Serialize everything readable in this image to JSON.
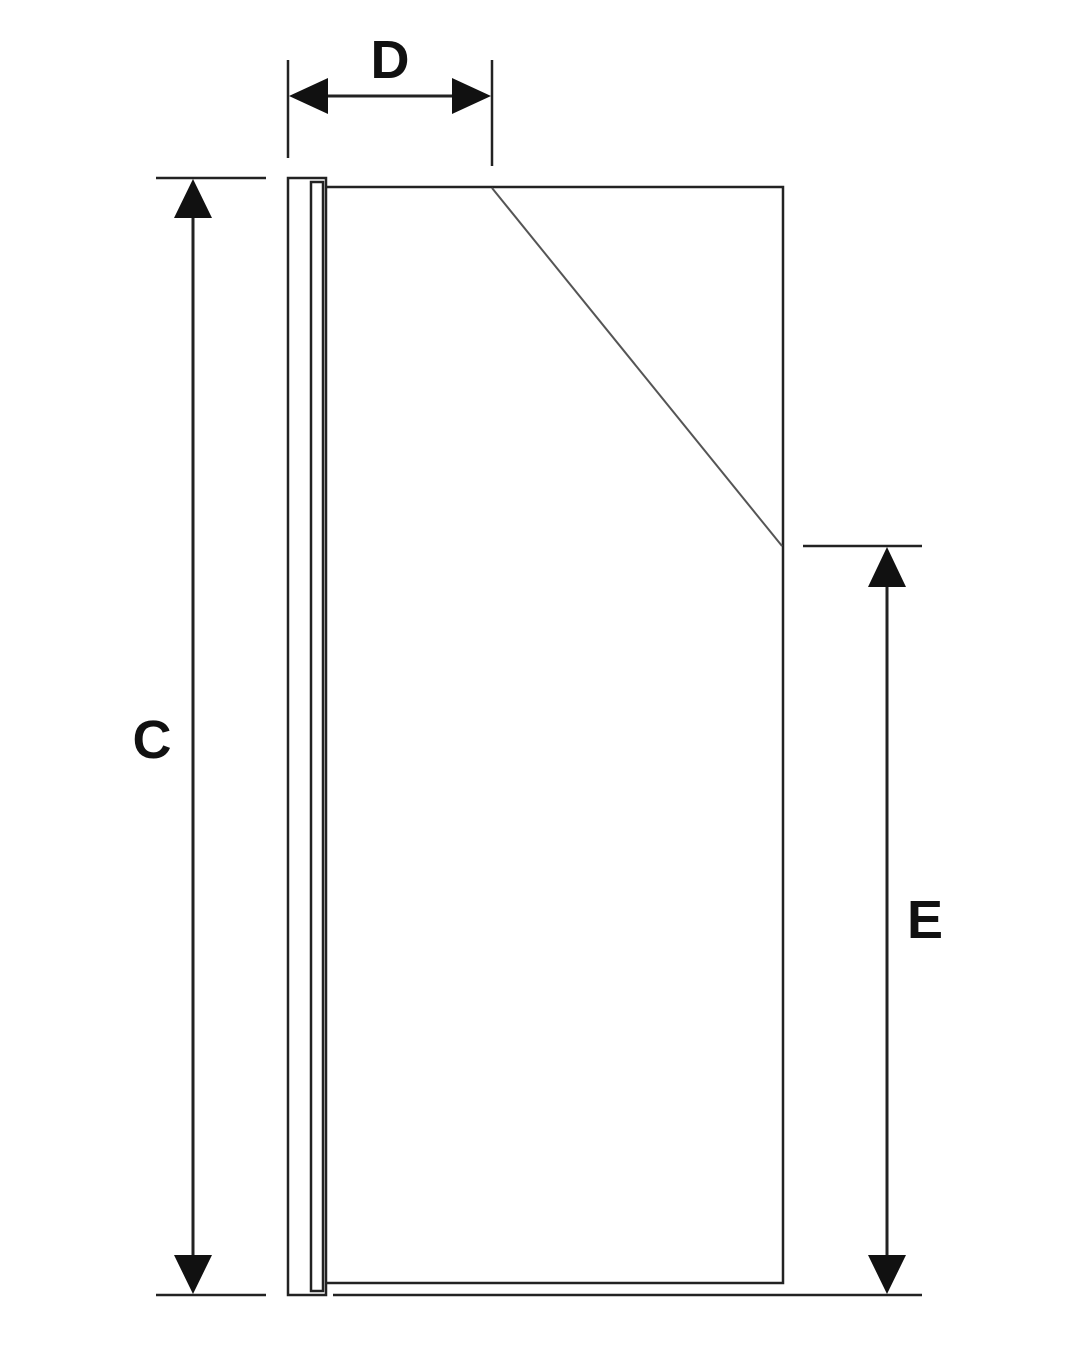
{
  "labels": {
    "width_top": "D",
    "height_total": "C",
    "height_lower": "E"
  },
  "colors": {
    "line": "#222222",
    "background": "#ffffff"
  }
}
